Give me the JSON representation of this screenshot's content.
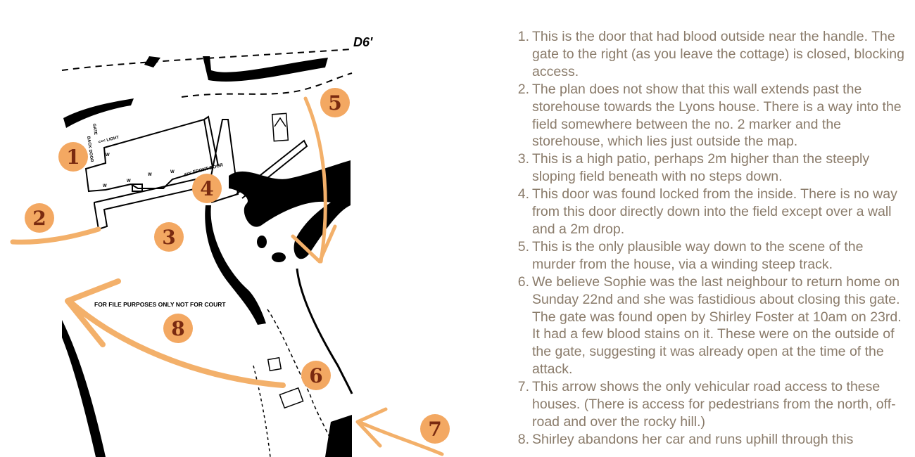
{
  "map": {
    "corner_mark": "D6'",
    "labels": {
      "gate": "GATE",
      "back_door": "BACK DOOR",
      "light": "<<< LIGHT",
      "front_door": "<<< FRONT DOOR",
      "w": "W",
      "file_note": "FOR FILE PURPOSES ONLY NOT FOR COURT"
    },
    "markers": [
      "1",
      "2",
      "3",
      "4",
      "5",
      "6",
      "7",
      "8"
    ],
    "colors": {
      "marker_fill": "#f3a862",
      "marker_text": "#7a2a10",
      "arrow": "#f3b06a",
      "plan_ink": "#000000"
    }
  },
  "notes": [
    {
      "num": "1.",
      "text": "This is the door that had blood outside near the handle. The gate to the right (as you leave the cottage) is closed, blocking access."
    },
    {
      "num": "2.",
      "text": "The plan does not show that this wall extends past the storehouse towards the Lyons house. There is a way into the field somewhere between the no. 2 marker and the storehouse, which lies just outside the map."
    },
    {
      "num": "3.",
      "text": "This is a high patio, perhaps 2m higher than the steeply sloping field beneath with no steps down."
    },
    {
      "num": "4.",
      "text": "This door was found locked from the inside. There is no way from this door directly down into the field except over a wall and a 2m drop."
    },
    {
      "num": "5.",
      "text": "This is the only plausible way down to the scene of the murder from the house, via a winding steep track."
    },
    {
      "num": "6.",
      "text": "We believe Sophie was the last neighbour to return home on Sunday 22nd and she was fastidious about closing this gate. The gate was found open by Shirley Foster at 10am on 23rd. It had a few blood stains on it. These were on the outside of the gate, suggesting it was already open at the time of the attack."
    },
    {
      "num": "7.",
      "text": "This arrow shows the only vehicular road access to these houses. (There is access for pedestrians from the north, off-road and over the rocky hill.)"
    },
    {
      "num": "8.",
      "text": "Shirley abandons her car and runs uphill through this"
    }
  ]
}
